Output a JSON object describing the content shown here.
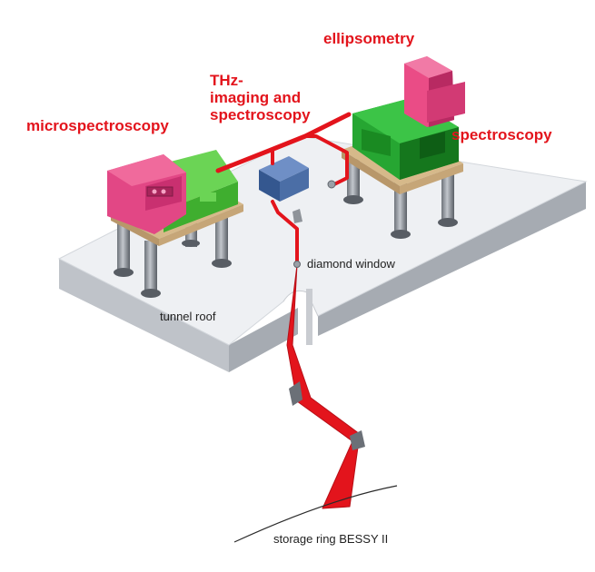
{
  "labels": {
    "ellipsometry": "ellipsometry",
    "thz_line1": "THz-",
    "thz_line2": "imaging and",
    "thz_line3": "spectroscopy",
    "microspectroscopy": "microspectroscopy",
    "spectroscopy": "spectroscopy",
    "diamond_window": "diamond window",
    "tunnel_roof": "tunnel roof",
    "storage_ring": "storage ring BESSY II"
  },
  "colors": {
    "beam": "#e3141c",
    "label_accent": "#e3141c",
    "magenta": "#d23a74",
    "green": "#4cc13a",
    "dark_green": "#1f8f1f",
    "blue_box": "#3c5f9e",
    "platform": "#f0f2f5",
    "table_top": "#d8bb8c",
    "leg": "#8d9299"
  }
}
